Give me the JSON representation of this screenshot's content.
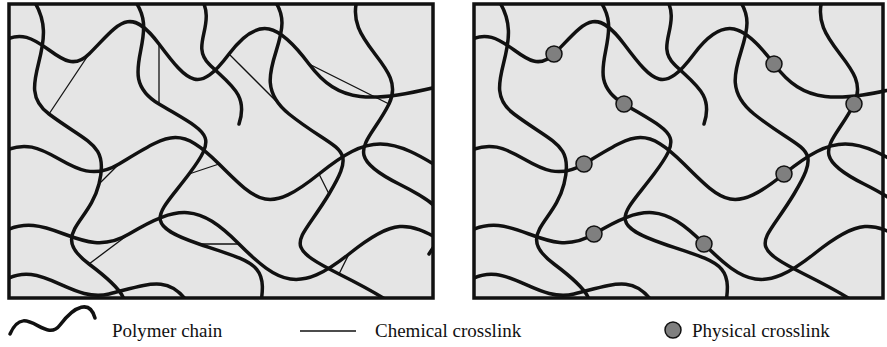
{
  "diagram": {
    "legend": [
      {
        "text": "Polymer chain"
      },
      {
        "text": "Chemical crosslink"
      },
      {
        "text": "Physical crosslink"
      }
    ]
  }
}
